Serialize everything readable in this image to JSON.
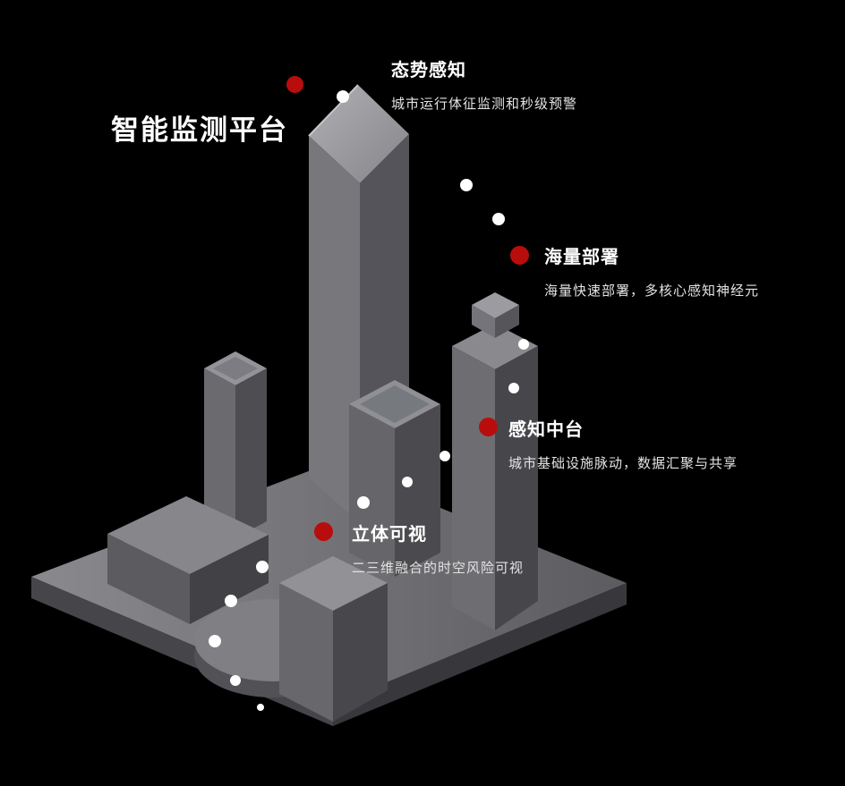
{
  "page": {
    "background": "#000000"
  },
  "title": {
    "text": "智能监测平台"
  },
  "features": [
    {
      "id": "situational-awareness",
      "label": "态势感知",
      "desc": "城市运行体征监测和秒级预警"
    },
    {
      "id": "mass-deployment",
      "label": "海量部署",
      "desc": "海量快速部署，多核心感知神经元"
    },
    {
      "id": "sensing-middle-platform",
      "label": "感知中台",
      "desc": "城市基础设施脉动，数据汇聚与共享"
    },
    {
      "id": "stereoscopic-visual",
      "label": "立体可视",
      "desc": "二三维融合的时空风险可视"
    }
  ],
  "colors": {
    "marker_red": "#b90d0d",
    "trail_dot": "#ffffff",
    "title_text": "#ffffff",
    "desc_text": "#e3e3e3",
    "building_gray": "#78787c"
  },
  "illustration": {
    "description": "isometric-3d-city-model"
  }
}
